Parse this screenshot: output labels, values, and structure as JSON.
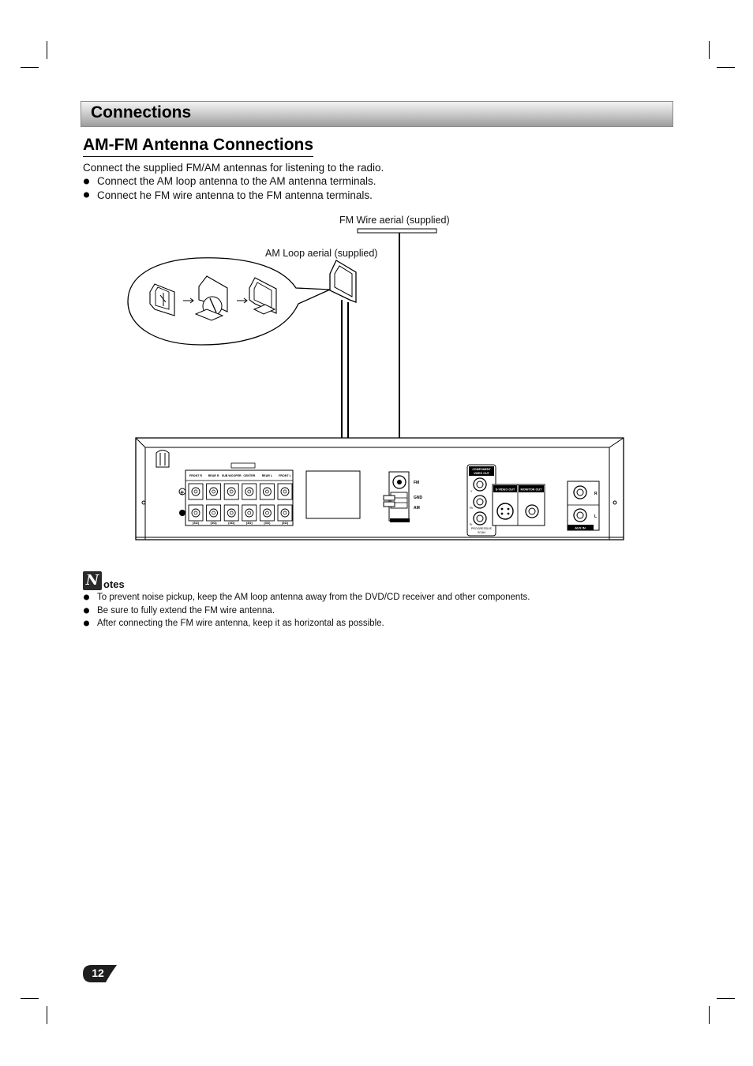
{
  "header": {
    "banner_title": "Connections"
  },
  "section": {
    "title": "AM-FM Antenna Connections",
    "intro": "Connect the supplied FM/AM antennas for listening to the radio.",
    "bullets": [
      "Connect the AM loop antenna to the AM antenna terminals.",
      "Connect he FM wire antenna to the FM antenna terminals."
    ]
  },
  "diagram": {
    "fm_label": "FM Wire aerial (supplied)",
    "am_label": "AM Loop aerial (supplied)",
    "panel": {
      "speaker_labels": [
        "FRONT R",
        "REAR R",
        "SUB WOOFER",
        "CENTER",
        "REAR L",
        "FRONT L"
      ],
      "impedance": [
        "(3Ω)",
        "(3Ω)",
        "(3Ω)",
        "(3Ω)",
        "(3Ω)",
        "(3Ω)"
      ],
      "antenna_labels": {
        "fm": "FM",
        "gnd": "GND",
        "am": "AM"
      },
      "component_video_out": "COMPONENT VIDEO OUT",
      "component_pins": [
        "Y",
        "Pb",
        "Pr"
      ],
      "progressive_scan": "PROGRESSIVE SCAN",
      "svideo_out": "S-VIDEO OUT",
      "monitor_out": "MONITOR OUT",
      "aux_in": "AUX IN",
      "aux_pins": [
        "R",
        "L"
      ]
    }
  },
  "notes": {
    "icon_letter": "N",
    "heading": "otes",
    "items": [
      "To prevent noise pickup, keep the AM loop antenna away from the DVD/CD receiver and other components.",
      "Be sure to fully extend the FM wire antenna.",
      "After connecting the FM wire antenna, keep it as horizontal as possible."
    ]
  },
  "page_number": "12"
}
